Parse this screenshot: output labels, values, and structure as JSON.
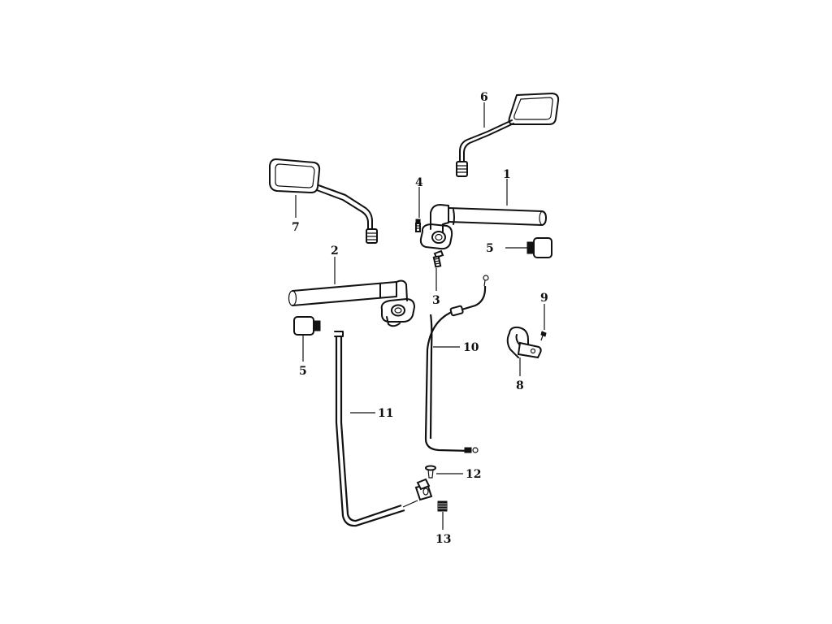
{
  "callouts": {
    "c1": "1",
    "c2": "2",
    "c3": "3",
    "c4": "4",
    "c5a": "5",
    "c5b": "5",
    "c6": "6",
    "c7": "7",
    "c8": "8",
    "c9": "9",
    "c10": "10",
    "c11": "11",
    "c12": "12",
    "c13": "13"
  },
  "colors": {
    "ink": "#111111",
    "background": "#ffffff"
  }
}
